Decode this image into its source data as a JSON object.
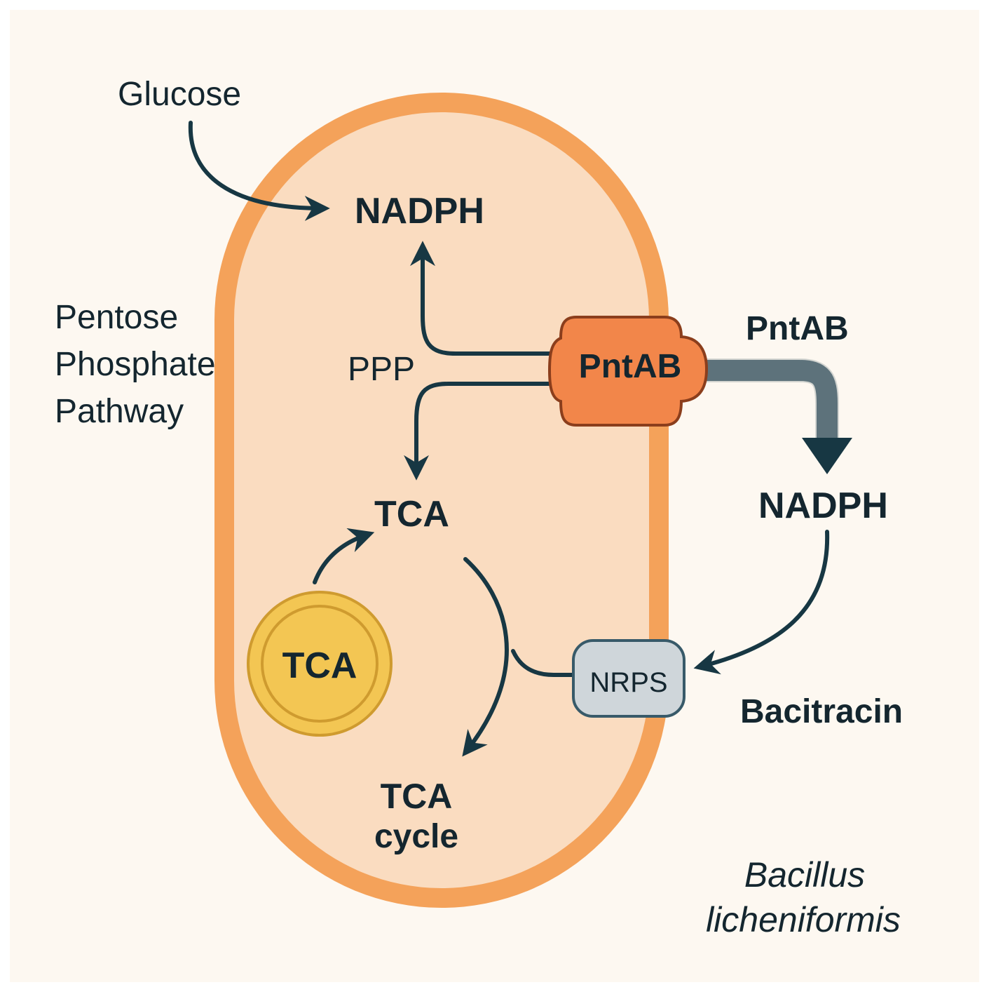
{
  "labels": {
    "glucose": "Glucose",
    "nadph_top": "NADPH",
    "ppp_line1": "Pentose",
    "ppp_line2": "Phosphate",
    "ppp_line3": "Pathway",
    "ppp_abbrev": "PPP",
    "pntab_enzyme": "PntAB",
    "pntab_outside": "PntAB",
    "nadph_right": "NADPH",
    "tca_upper": "TCA",
    "tca_circle": "TCA",
    "nrps": "NRPS",
    "bacitracin": "Bacitracin",
    "tca_cycle_line1": "TCA",
    "tca_cycle_line2": "cycle",
    "organism_line1": "Bacillus",
    "organism_line2": "licheniformis"
  },
  "colors": {
    "background": "#fdf8f1",
    "cell_membrane": "#f4a25a",
    "cell_inner": "#fadcc0",
    "arrow": "#173743",
    "enzyme_fill": "#f2864a",
    "enzyme_stroke": "#8b3e1c",
    "export_arrow": "#6d7f88",
    "tca_gold": "#f3c653",
    "tca_gold_stroke": "#cf9b2f",
    "nrps_fill": "#cfd6da",
    "nrps_stroke": "#385a69",
    "text": "#14262f"
  }
}
